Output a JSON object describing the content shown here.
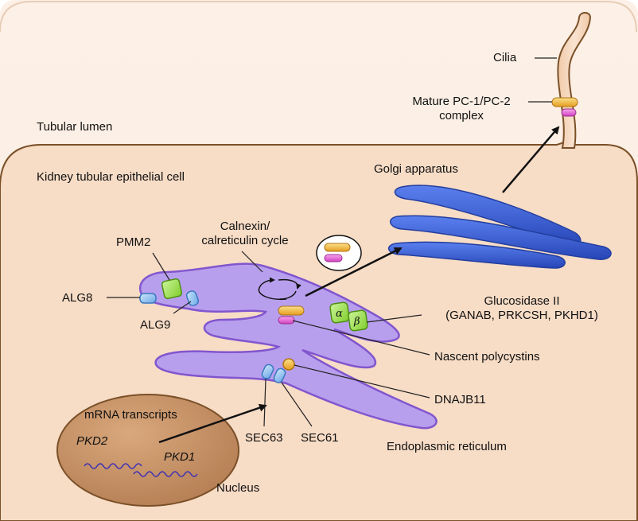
{
  "labels": {
    "tubular_lumen": "Tubular lumen",
    "cilia": "Cilia",
    "mature_complex_line1": "Mature PC-1/PC-2",
    "mature_complex_line2": "complex",
    "cell": "Kidney tubular epithelial cell",
    "golgi": "Golgi apparatus",
    "calnexin_line1": "Calnexin/",
    "calnexin_line2": "calreticulin cycle",
    "pmm2": "PMM2",
    "alg8": "ALG8",
    "alg9": "ALG9",
    "glucosidase_line1": "Glucosidase II",
    "glucosidase_line2": "(GANAB, PRKCSH, PKHD1)",
    "nascent": "Nascent polycystins",
    "dnajb11": "DNAJB11",
    "mrna": "mRNA transcripts",
    "pkd2": "PKD2",
    "pkd1": "PKD1",
    "sec63": "SEC63",
    "sec61": "SEC61",
    "er": "Endoplasmic reticulum",
    "nucleus": "Nucleus"
  },
  "glyphs": {
    "alpha": "α",
    "beta": "β"
  },
  "colors": {
    "cell_fill": "#f7dcc6",
    "lumen_top": "#fdf0e6",
    "lumen_teal": "#e6f4f4",
    "outline": "#7a5028",
    "er_fill": "#b59cf0",
    "er_stroke": "#7b4fcf",
    "golgi_fill": "#3f64d8",
    "nucleus_fill": "#c8956a",
    "pc1_yellow": "#f2b63a",
    "pc2_magenta": "#e25fcf",
    "green_protein": "#9be14a",
    "blue_protein": "#8cc2f0",
    "dnajb11_yellow": "#f3c241"
  }
}
